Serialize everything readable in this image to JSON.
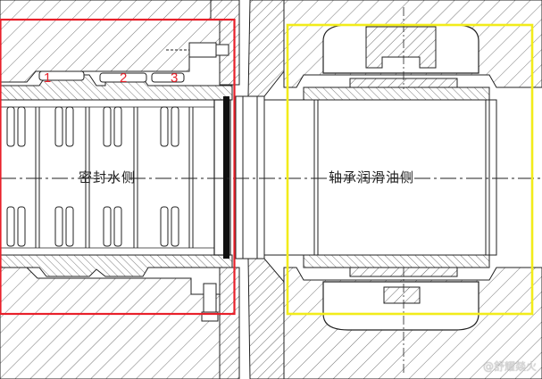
{
  "labels": {
    "seal_water_side": "密封水侧",
    "bearing_lube_side": "轴承润滑油侧"
  },
  "part_numbers": [
    "1",
    "2",
    "3"
  ],
  "watermark": "@舒耀燚火",
  "colors": {
    "seal_zone_frame": "#e8202a",
    "bearing_zone_frame": "#f2ec1a",
    "line": "#1a1a1a",
    "hatch": "#555555"
  }
}
